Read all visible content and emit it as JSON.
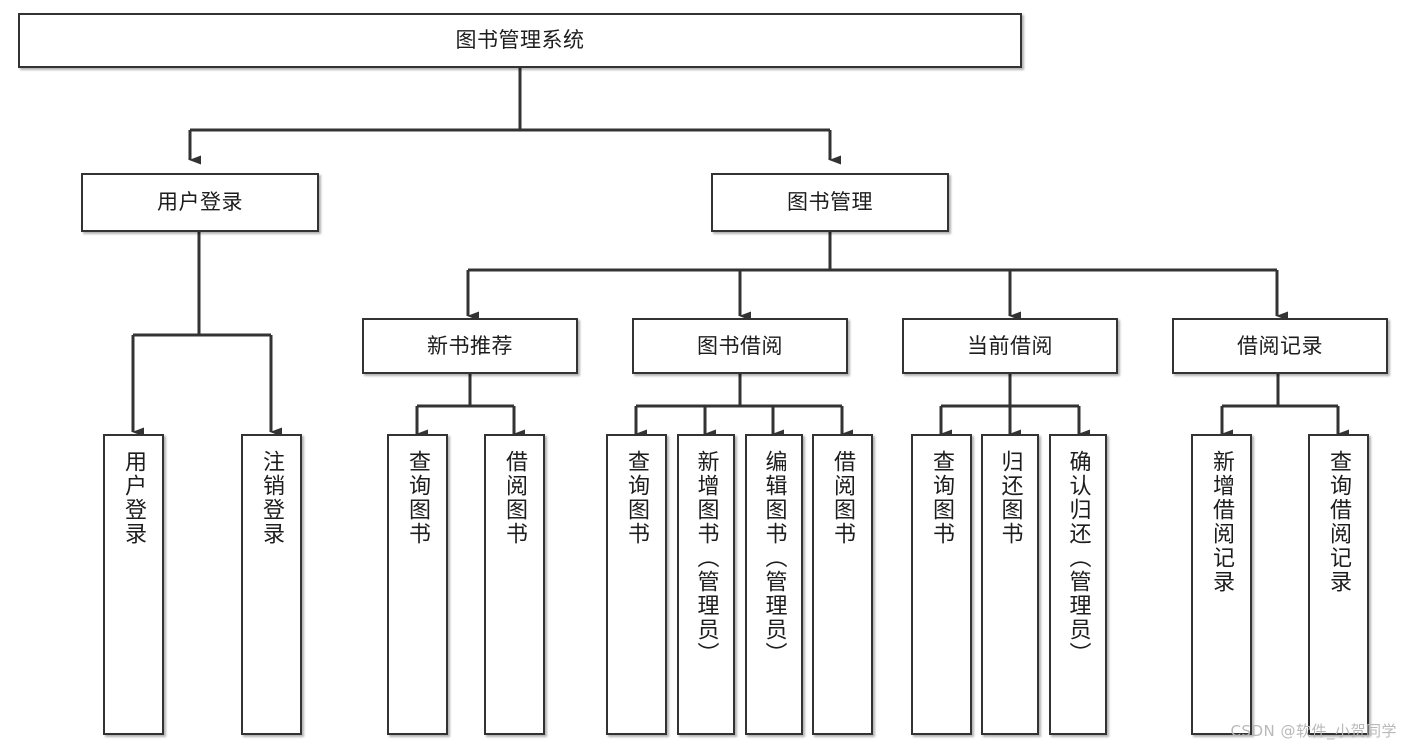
{
  "diagram": {
    "title": "图书管理系统",
    "watermark": "CSDN @软件_小贺同学",
    "colors": {
      "background": "#ffffff",
      "box_border": "#333333",
      "box_fill": "#ffffff",
      "edge": "#333333",
      "text": "#1d1d1d",
      "watermark": "#b9b9b9"
    },
    "nodes": {
      "root": {
        "label": "图书管理系统"
      },
      "level2": [
        {
          "id": "user_login",
          "label": "用户登录"
        },
        {
          "id": "book_manage",
          "label": "图书管理"
        }
      ],
      "level3": [
        {
          "id": "new_book_rec",
          "label": "新书推荐"
        },
        {
          "id": "book_borrow",
          "label": "图书借阅"
        },
        {
          "id": "current_borrow",
          "label": "当前借阅"
        },
        {
          "id": "borrow_record",
          "label": "借阅记录"
        }
      ],
      "leaves": {
        "user_login": [
          {
            "id": "leaf_user_login",
            "label": "用户登录"
          },
          {
            "id": "leaf_user_logout",
            "label": "注销登录"
          }
        ],
        "new_book_rec": [
          {
            "id": "leaf_query_book_1",
            "label": "查询图书"
          },
          {
            "id": "leaf_borrow_book_1",
            "label": "借阅图书"
          }
        ],
        "book_borrow": [
          {
            "id": "leaf_query_book_2",
            "label": "查询图书"
          },
          {
            "id": "leaf_add_book",
            "label": "新增图书（管理员）"
          },
          {
            "id": "leaf_edit_book",
            "label": "编辑图书（管理员）"
          },
          {
            "id": "leaf_borrow_book_2",
            "label": "借阅图书"
          }
        ],
        "current_borrow": [
          {
            "id": "leaf_query_book_3",
            "label": "查询图书"
          },
          {
            "id": "leaf_return_book",
            "label": "归还图书"
          },
          {
            "id": "leaf_confirm_return",
            "label": "确认归还（管理员）"
          }
        ],
        "borrow_record": [
          {
            "id": "leaf_add_record",
            "label": "新增借阅记录"
          },
          {
            "id": "leaf_query_record",
            "label": "查询借阅记录"
          }
        ]
      }
    }
  }
}
